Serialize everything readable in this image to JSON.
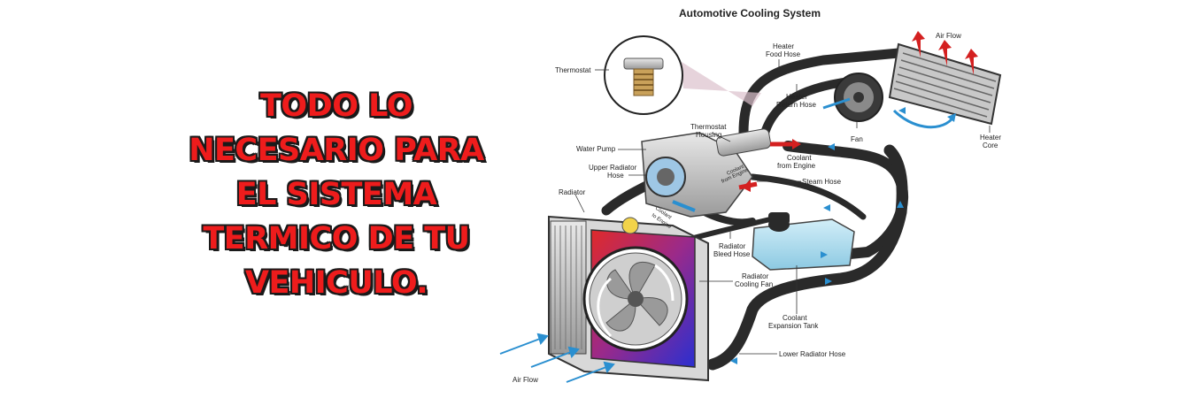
{
  "headline": {
    "lines": [
      "TODO LO",
      "NECESARIO PARA",
      "EL SISTEMA",
      "TERMICO DE TU",
      "VEHICULO."
    ],
    "color": "#ee1c1c"
  },
  "diagram": {
    "title": "Automotive Cooling System",
    "labels": {
      "thermostat": "Thermostat",
      "heater_food_hose": [
        "Heater",
        "Food Hose"
      ],
      "air_flow_top": "Air Flow",
      "heater_return_hose": [
        "Heater",
        "Return Hose"
      ],
      "thermostat_housing": [
        "Thermostat",
        "Housing"
      ],
      "fan": "Fan",
      "heater_core": [
        "Heater",
        "Core"
      ],
      "water_pump": "Water Pump",
      "coolant_from_engine": [
        "Coolant",
        "from Engine"
      ],
      "upper_radiator_hose": [
        "Upper Radiator",
        "Hose"
      ],
      "steam_hose": "Steam Hose",
      "radiator": "Radiator",
      "radiator_bleed_hose": [
        "Radiator",
        "Bleed Hose"
      ],
      "radiator_cooling_fan": [
        "Radiator",
        "Cooling Fan"
      ],
      "coolant_expansion_tank": [
        "Coolant",
        "Expansion Tank"
      ],
      "lower_radiator_hose": "Lower Radiator Hose",
      "air_flow_bottom": "Air Flow",
      "pump_coolant_from_engine": [
        "Coolant",
        "from Engine"
      ],
      "pump_coolant_to_engine": [
        "Coolant",
        "to Engine"
      ]
    },
    "colors": {
      "hose": "#2a2a2a",
      "hot_flow": "#d42020",
      "cold_flow": "#2a8fd0",
      "tank": "#a9d8ec",
      "radiator_hot": "#d9232e",
      "radiator_cold": "#2b2fcf"
    }
  }
}
